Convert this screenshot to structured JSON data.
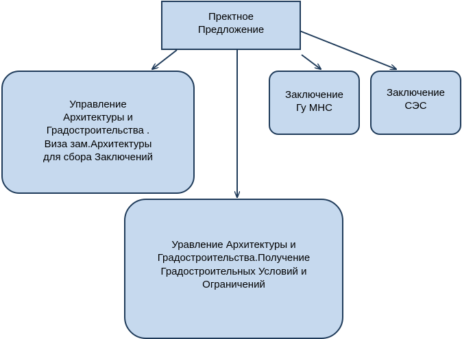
{
  "diagram": {
    "nodes": {
      "top": "Пректное\nПредложение",
      "left": "Управление\nАрхитектуры и\nГрадостроительства .\nВиза зам.Архитектуры\nдля сбора Заключений",
      "mns": "Заключение\nГу МНС",
      "ses": "Заключение\nСЭС",
      "bottom": "Уравление Архитектуры и\nГрадостроительства.Получение\nГрадостроительных Условий и\nОграничений"
    },
    "colors": {
      "box_fill": "#c6d9ee",
      "box_border": "#1f3b5a",
      "arrow": "#1f3b5a"
    },
    "edges": [
      {
        "from": "top",
        "to": "left"
      },
      {
        "from": "top",
        "to": "mns"
      },
      {
        "from": "top",
        "to": "ses"
      },
      {
        "from": "top",
        "to": "bottom"
      }
    ]
  }
}
